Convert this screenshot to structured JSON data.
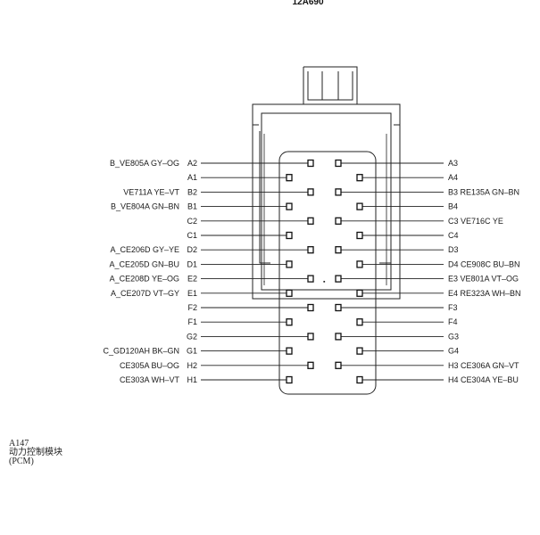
{
  "title": "12A690",
  "left_pins": [
    {
      "pin": "A2",
      "circuit": "B_VE805A GY–OG"
    },
    {
      "pin": "A1",
      "circuit": ""
    },
    {
      "pin": "B2",
      "circuit": "VE711A YE–VT"
    },
    {
      "pin": "B1",
      "circuit": "B_VE804A GN–BN"
    },
    {
      "pin": "C2",
      "circuit": ""
    },
    {
      "pin": "C1",
      "circuit": ""
    },
    {
      "pin": "D2",
      "circuit": "A_CE206D GY–YE"
    },
    {
      "pin": "D1",
      "circuit": "A_CE205D GN–BU"
    },
    {
      "pin": "E2",
      "circuit": "A_CE208D YE–OG"
    },
    {
      "pin": "E1",
      "circuit": "A_CE207D VT–GY"
    },
    {
      "pin": "F2",
      "circuit": ""
    },
    {
      "pin": "F1",
      "circuit": ""
    },
    {
      "pin": "G2",
      "circuit": ""
    },
    {
      "pin": "G1",
      "circuit": "C_GD120AH BK–GN"
    },
    {
      "pin": "H2",
      "circuit": "CE305A BU–OG"
    },
    {
      "pin": "H1",
      "circuit": "CE303A WH–VT"
    }
  ],
  "right_pins": [
    {
      "pin": "A3",
      "circuit": ""
    },
    {
      "pin": "A4",
      "circuit": ""
    },
    {
      "pin": "B3",
      "circuit": "RE135A GN–BN"
    },
    {
      "pin": "B4",
      "circuit": ""
    },
    {
      "pin": "C3",
      "circuit": "VE716C YE"
    },
    {
      "pin": "C4",
      "circuit": ""
    },
    {
      "pin": "D3",
      "circuit": ""
    },
    {
      "pin": "D4",
      "circuit": "CE908C BU–BN"
    },
    {
      "pin": "E3",
      "circuit": "VE801A   VT–OG"
    },
    {
      "pin": "E4",
      "circuit": "RE323A WH–BN"
    },
    {
      "pin": "F3",
      "circuit": ""
    },
    {
      "pin": "F4",
      "circuit": ""
    },
    {
      "pin": "G3",
      "circuit": ""
    },
    {
      "pin": "G4",
      "circuit": ""
    },
    {
      "pin": "H3",
      "circuit": "CE306A GN–VT"
    },
    {
      "pin": "H4",
      "circuit": "CE304A YE–BU"
    }
  ],
  "caption": {
    "id": "A147",
    "name": "动力控制模块",
    "abbr": "(PCM)"
  }
}
